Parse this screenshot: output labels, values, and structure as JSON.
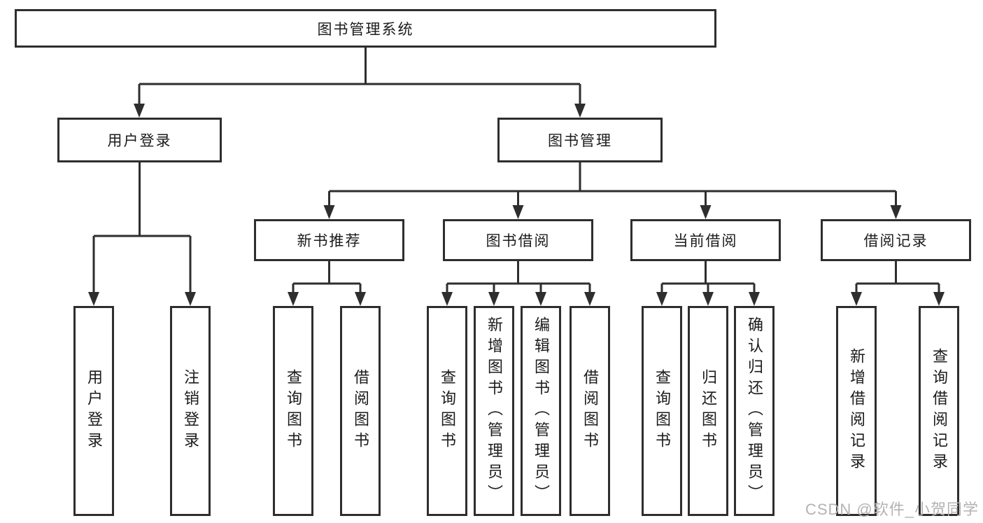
{
  "nodes": {
    "root": "图书管理系统",
    "branches": [
      {
        "label": "用户登录",
        "children": [
          "用户登录",
          "注销登录"
        ]
      },
      {
        "label": "图书管理",
        "children": [
          {
            "label": "新书推荐",
            "children": [
              "查询图书",
              "借阅图书"
            ]
          },
          {
            "label": "图书借阅",
            "children": [
              "查询图书",
              "新增图书（管理员）",
              "编辑图书（管理员）",
              "借阅图书"
            ]
          },
          {
            "label": "当前借阅",
            "children": [
              "查询图书",
              "归还图书",
              "确认归还（管理员）"
            ]
          },
          {
            "label": "借阅记录",
            "children": [
              "新增借阅记录",
              "查询借阅记录"
            ]
          }
        ]
      }
    ]
  },
  "watermark": {
    "text": "CSDN @软件_小贺同学"
  },
  "colors": {
    "line": "#2e2e2e",
    "box_border": "#2e2e2e",
    "text": "#1b1b1b",
    "watermark": "#b3b3b3",
    "background": "#ffffff"
  }
}
